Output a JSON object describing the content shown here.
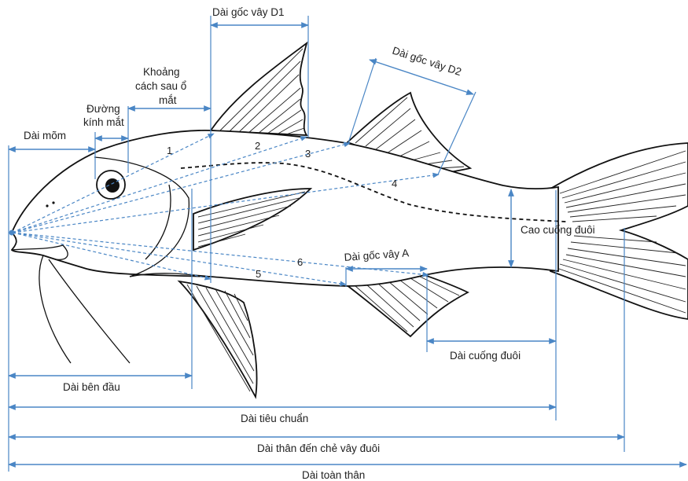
{
  "labels": {
    "d1_base": "Dài gốc vây D1",
    "d2_base": "Dài gốc vây D2",
    "postorbital_line1": "Khoảng",
    "postorbital_line2": "cách sau ổ",
    "postorbital_line3": "mắt",
    "eye_diameter_line1": "Đường",
    "eye_diameter_line2": "kính mắt",
    "snout_length": "Dài mõm",
    "caudal_peduncle_depth": "Cao cuống đuôi",
    "anal_base": "Dài gốc vây A",
    "caudal_peduncle_length": "Dài cuống đuôi",
    "head_length": "Dài bên đầu",
    "standard_length": "Dài tiêu chuẩn",
    "fork_length": "Dài  thân đến chẻ vây đuôi",
    "total_length": "Dài toàn thân"
  },
  "numbers": {
    "n1": "1",
    "n2": "2",
    "n3": "3",
    "n4": "4",
    "n5": "5",
    "n6": "6"
  },
  "colors": {
    "dimension_line": "#4a86c5",
    "outline": "#111111",
    "background": "#ffffff"
  }
}
